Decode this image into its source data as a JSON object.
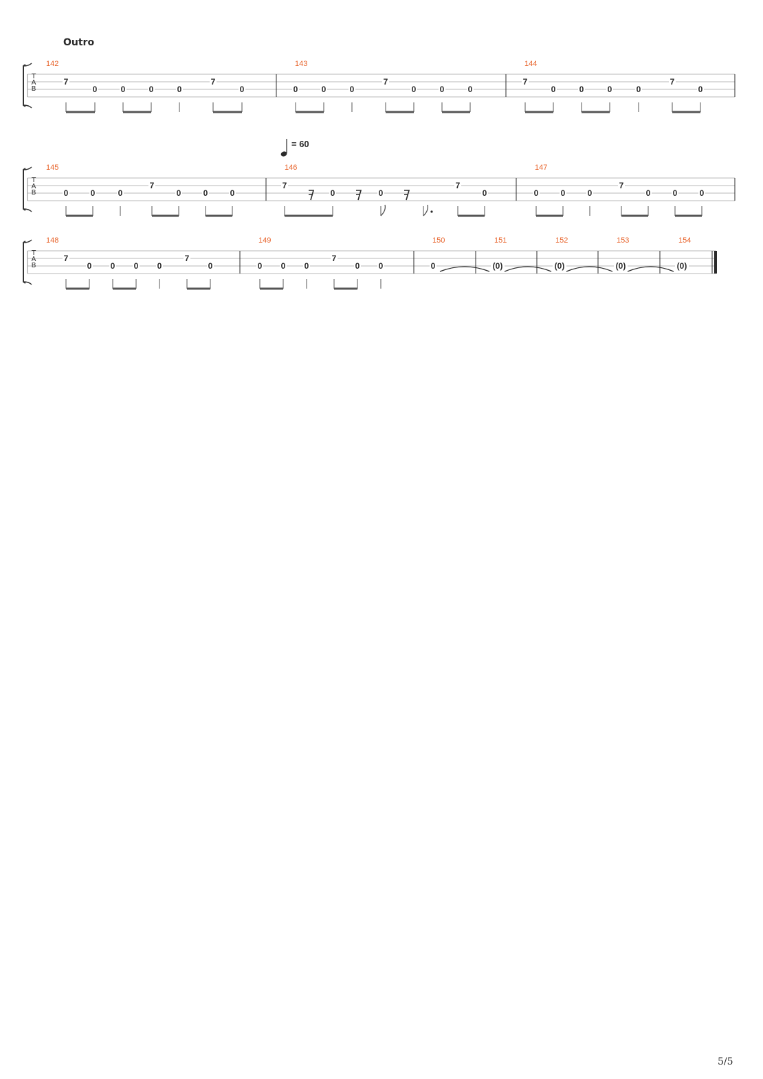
{
  "section_title": "Outro",
  "page_number": "5/5",
  "tempo": {
    "value": "= 60"
  },
  "colors": {
    "measure_number": "#e8642c",
    "ink": "#2b2b2b",
    "staff_line": "#b8b8b8"
  },
  "systems": [
    {
      "measures": [
        {
          "number": "142",
          "notes": [
            {
              "fret": "7",
              "string": 1
            },
            {
              "fret": "0",
              "string": 2
            },
            {
              "fret": "0",
              "string": 2
            },
            {
              "fret": "0",
              "string": 2
            },
            {
              "fret": "0",
              "string": 2
            },
            {
              "fret": "7",
              "string": 1
            },
            {
              "fret": "0",
              "string": 2
            }
          ]
        },
        {
          "number": "143",
          "notes": [
            {
              "fret": "0",
              "string": 2
            },
            {
              "fret": "0",
              "string": 2
            },
            {
              "fret": "0",
              "string": 2
            },
            {
              "fret": "7",
              "string": 1
            },
            {
              "fret": "0",
              "string": 2
            },
            {
              "fret": "0",
              "string": 2
            },
            {
              "fret": "0",
              "string": 2
            }
          ]
        },
        {
          "number": "144",
          "notes": [
            {
              "fret": "7",
              "string": 1
            },
            {
              "fret": "0",
              "string": 2
            },
            {
              "fret": "0",
              "string": 2
            },
            {
              "fret": "0",
              "string": 2
            },
            {
              "fret": "0",
              "string": 2
            },
            {
              "fret": "7",
              "string": 1
            },
            {
              "fret": "0",
              "string": 2
            }
          ]
        }
      ]
    },
    {
      "measures": [
        {
          "number": "145",
          "notes": [
            {
              "fret": "0",
              "string": 2
            },
            {
              "fret": "0",
              "string": 2
            },
            {
              "fret": "0",
              "string": 2
            },
            {
              "fret": "7",
              "string": 1
            },
            {
              "fret": "0",
              "string": 2
            },
            {
              "fret": "0",
              "string": 2
            },
            {
              "fret": "0",
              "string": 2
            }
          ]
        },
        {
          "number": "146",
          "notes": [
            {
              "fret": "7",
              "string": 1
            },
            {
              "fret": "0",
              "string": 2
            },
            {
              "fret": "0",
              "string": 2
            },
            {
              "fret": "7",
              "string": 1
            },
            {
              "fret": "0",
              "string": 2
            }
          ]
        },
        {
          "number": "147",
          "notes": [
            {
              "fret": "0",
              "string": 2
            },
            {
              "fret": "0",
              "string": 2
            },
            {
              "fret": "0",
              "string": 2
            },
            {
              "fret": "7",
              "string": 1
            },
            {
              "fret": "0",
              "string": 2
            },
            {
              "fret": "0",
              "string": 2
            },
            {
              "fret": "0",
              "string": 2
            }
          ]
        }
      ]
    },
    {
      "measures": [
        {
          "number": "148",
          "notes": [
            {
              "fret": "7",
              "string": 1
            },
            {
              "fret": "0",
              "string": 2
            },
            {
              "fret": "0",
              "string": 2
            },
            {
              "fret": "0",
              "string": 2
            },
            {
              "fret": "0",
              "string": 2
            },
            {
              "fret": "7",
              "string": 1
            },
            {
              "fret": "0",
              "string": 2
            }
          ]
        },
        {
          "number": "149",
          "notes": [
            {
              "fret": "0",
              "string": 2
            },
            {
              "fret": "0",
              "string": 2
            },
            {
              "fret": "0",
              "string": 2
            },
            {
              "fret": "7",
              "string": 1
            },
            {
              "fret": "0",
              "string": 2
            },
            {
              "fret": "0",
              "string": 2
            }
          ]
        },
        {
          "number": "150",
          "notes": [
            {
              "fret": "0",
              "string": 2
            }
          ]
        },
        {
          "number": "151",
          "notes": [
            {
              "fret": "(0)",
              "string": 2
            }
          ]
        },
        {
          "number": "152",
          "notes": [
            {
              "fret": "(0)",
              "string": 2
            }
          ]
        },
        {
          "number": "153",
          "notes": [
            {
              "fret": "(0)",
              "string": 2
            }
          ]
        },
        {
          "number": "154",
          "notes": [
            {
              "fret": "(0)",
              "string": 2
            }
          ]
        }
      ]
    }
  ],
  "tab_clef": [
    "T",
    "A",
    "B"
  ]
}
